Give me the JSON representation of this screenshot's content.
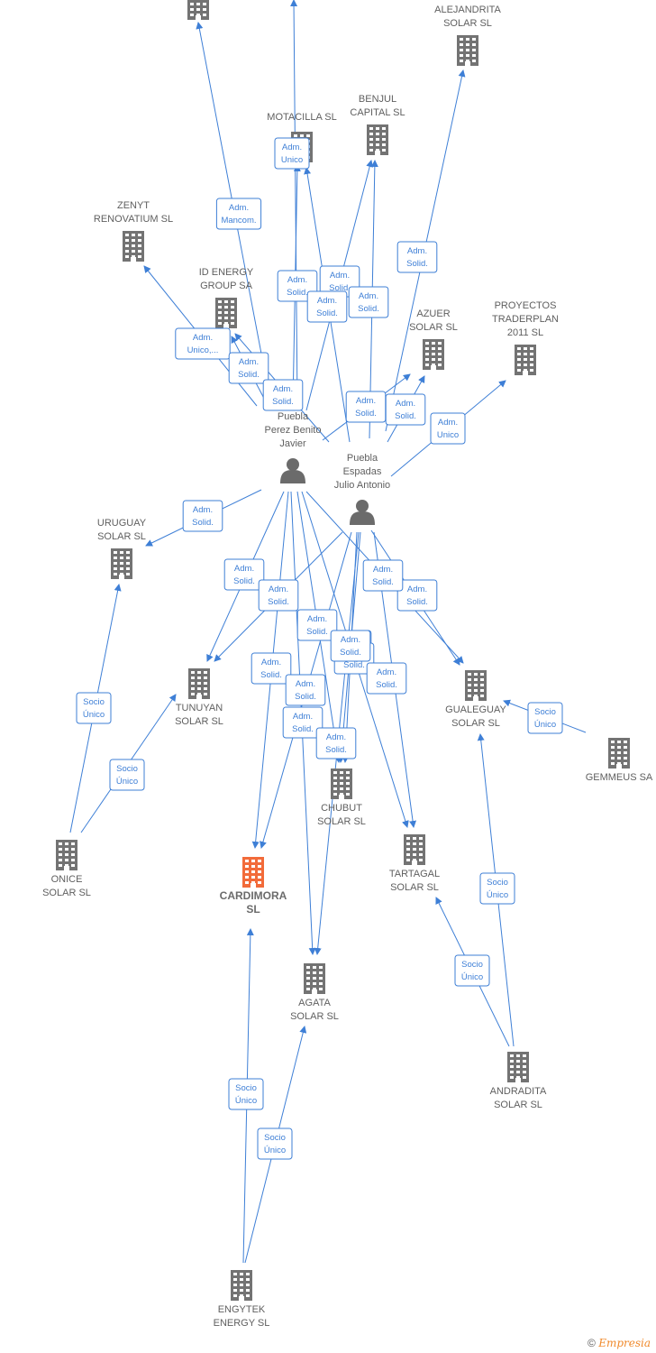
{
  "colors": {
    "edge": "#3e7fd6",
    "company": "#737373",
    "focus_company": "#f26b3a",
    "person": "#6b6b6b"
  },
  "nodes": [
    {
      "id": "top",
      "type": "company",
      "lines": []
    },
    {
      "id": "alejandrita",
      "type": "company",
      "lines": [
        "ALEJANDRITA",
        "SOLAR  SL"
      ]
    },
    {
      "id": "benjul",
      "type": "company",
      "lines": [
        "BENJUL",
        "CAPITAL  SL"
      ]
    },
    {
      "id": "motacilla",
      "type": "company",
      "lines": [
        "MOTACILLA SL"
      ]
    },
    {
      "id": "zenyt",
      "type": "company",
      "lines": [
        "ZENYT",
        "RENOVATIUM SL"
      ]
    },
    {
      "id": "idenergy",
      "type": "company",
      "lines": [
        "ID ENERGY",
        "GROUP SA"
      ]
    },
    {
      "id": "azuer",
      "type": "company",
      "lines": [
        "AZUER",
        "SOLAR  SL"
      ]
    },
    {
      "id": "proyectos",
      "type": "company",
      "lines": [
        "PROYECTOS",
        "TRADERPLAN",
        "2011 SL"
      ]
    },
    {
      "id": "javier",
      "type": "person",
      "lines": [
        "Puebla",
        "Perez Benito",
        "Javier"
      ]
    },
    {
      "id": "julio",
      "type": "person",
      "lines": [
        "Puebla",
        "Espadas",
        "Julio Antonio"
      ]
    },
    {
      "id": "uruguay",
      "type": "company",
      "lines": [
        "URUGUAY",
        "SOLAR  SL"
      ]
    },
    {
      "id": "tunuyan",
      "type": "company",
      "lines": [
        "TUNUYAN",
        "SOLAR  SL"
      ]
    },
    {
      "id": "gualeguay",
      "type": "company",
      "lines": [
        "GUALEGUAY",
        "SOLAR  SL"
      ]
    },
    {
      "id": "gemmeus",
      "type": "company",
      "lines": [
        "GEMMEUS SA"
      ]
    },
    {
      "id": "chubut",
      "type": "company",
      "lines": [
        "CHUBUT",
        "SOLAR  SL"
      ]
    },
    {
      "id": "tartagal",
      "type": "company",
      "lines": [
        "TARTAGAL",
        "SOLAR  SL"
      ]
    },
    {
      "id": "onice",
      "type": "company",
      "lines": [
        "ONICE",
        "SOLAR  SL"
      ]
    },
    {
      "id": "cardimora",
      "type": "focus",
      "lines": [
        "CARDIMORA",
        "SL"
      ]
    },
    {
      "id": "agata",
      "type": "company",
      "lines": [
        "AGATA",
        "SOLAR  SL"
      ]
    },
    {
      "id": "andradita",
      "type": "company",
      "lines": [
        "ANDRADITA",
        "SOLAR  SL"
      ]
    },
    {
      "id": "engytek",
      "type": "company",
      "lines": [
        "ENGYTEK",
        "ENERGY  SL"
      ]
    }
  ],
  "edges": [
    {
      "from": "javier",
      "to": "top",
      "label": [
        "Adm.",
        "Mancom."
      ]
    },
    {
      "from": "javier",
      "to": "motacilla",
      "label": [
        "Adm.",
        "Unico"
      ]
    },
    {
      "from": "julio",
      "to": "alejandrita",
      "label": [
        "Adm.",
        "Solid."
      ]
    },
    {
      "from": "javier",
      "to": "benjul",
      "label": [
        "Adm.",
        "Solid."
      ]
    },
    {
      "from": "julio",
      "to": "benjul",
      "label": [
        "Adm.",
        "Solid."
      ]
    },
    {
      "from": "javier",
      "to": "motacilla",
      "label": [
        "Adm.",
        "Solid."
      ]
    },
    {
      "from": "julio",
      "to": "motacilla",
      "label": [
        "Adm.",
        "Solid."
      ]
    },
    {
      "from": "javier",
      "to": "zenyt",
      "label": [
        "Adm.",
        "Unico,..."
      ]
    },
    {
      "from": "julio",
      "to": "idenergy",
      "label": [
        "Adm.",
        "Solid."
      ]
    },
    {
      "from": "javier",
      "to": "idenergy",
      "label": [
        "Adm.",
        "Solid."
      ]
    },
    {
      "from": "julio",
      "to": "azuer",
      "label": [
        "Adm.",
        "Solid."
      ]
    },
    {
      "from": "julio",
      "to": "azuer",
      "label": [
        "Adm.",
        "Solid."
      ]
    },
    {
      "from": "julio",
      "to": "proyectos",
      "label": [
        "Adm.",
        "Unico"
      ]
    },
    {
      "from": "javier",
      "to": "uruguay",
      "label": [
        "Adm.",
        "Solid."
      ]
    },
    {
      "from": "javier",
      "to": "tunuyan",
      "label": [
        "Adm.",
        "Solid."
      ]
    },
    {
      "from": "julio",
      "to": "tunuyan",
      "label": [
        "Adm.",
        "Solid."
      ]
    },
    {
      "from": "javier",
      "to": "gualeguay",
      "label": [
        "Adm.",
        "Solid."
      ]
    },
    {
      "from": "julio",
      "to": "gualeguay",
      "label": [
        "Adm.",
        "Solid."
      ]
    },
    {
      "from": "javier",
      "to": "chubut",
      "label": [
        "Adm.",
        "Solid."
      ]
    },
    {
      "from": "julio",
      "to": "chubut",
      "label": [
        "Adm.",
        "Solid."
      ]
    },
    {
      "from": "javier",
      "to": "cardimora",
      "label": [
        "Adm.",
        "Solid."
      ]
    },
    {
      "from": "julio",
      "to": "cardimora",
      "label": [
        "Adm.",
        "Solid."
      ]
    },
    {
      "from": "javier",
      "to": "agata",
      "label": [
        "Adm.",
        "Solid."
      ]
    },
    {
      "from": "julio",
      "to": "agata",
      "label": [
        "Adm.",
        "Solid."
      ]
    },
    {
      "from": "javier",
      "to": "tartagal",
      "label": [
        "Adm.",
        "Solid."
      ]
    },
    {
      "from": "julio",
      "to": "tartagal",
      "label": [
        "Adm.",
        "Solid."
      ]
    },
    {
      "from": "julio",
      "to": "chubut",
      "label": [
        "Adm.",
        "Solid."
      ]
    },
    {
      "from": "onice",
      "to": "uruguay",
      "label": [
        "Socio",
        "Único"
      ]
    },
    {
      "from": "onice",
      "to": "tunuyan",
      "label": [
        "Socio",
        "Único"
      ]
    },
    {
      "from": "gemmeus",
      "to": "gualeguay",
      "label": [
        "Socio",
        "Único"
      ]
    },
    {
      "from": "andradita",
      "to": "gualeguay",
      "label": [
        "Socio",
        "Único"
      ]
    },
    {
      "from": "andradita",
      "to": "tartagal",
      "label": [
        "Socio",
        "Único"
      ]
    },
    {
      "from": "engytek",
      "to": "cardimora",
      "label": [
        "Socio",
        "Único"
      ]
    },
    {
      "from": "engytek",
      "to": "agata",
      "label": [
        "Socio",
        "Único"
      ]
    }
  ],
  "footer": {
    "copyright": "©",
    "brand": "Empresia"
  }
}
